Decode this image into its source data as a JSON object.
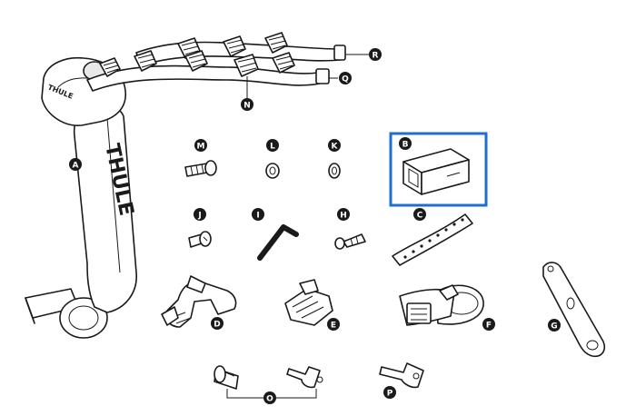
{
  "brand": {
    "name": "THULE",
    "badge": "THULE"
  },
  "highlight": {
    "part": "B",
    "color": "#1e6fd0"
  },
  "callouts": {
    "A": "A",
    "B": "B",
    "C": "C",
    "D": "D",
    "E": "E",
    "F": "F",
    "G": "G",
    "H": "H",
    "I": "I",
    "J": "J",
    "K": "K",
    "L": "L",
    "M": "M",
    "N": "N",
    "O": "O",
    "P": "P",
    "Q": "Q",
    "R": "R"
  },
  "colors": {
    "ink": "#1a1a1a",
    "fill": "#ffffff",
    "shade": "#e8e8e8"
  }
}
